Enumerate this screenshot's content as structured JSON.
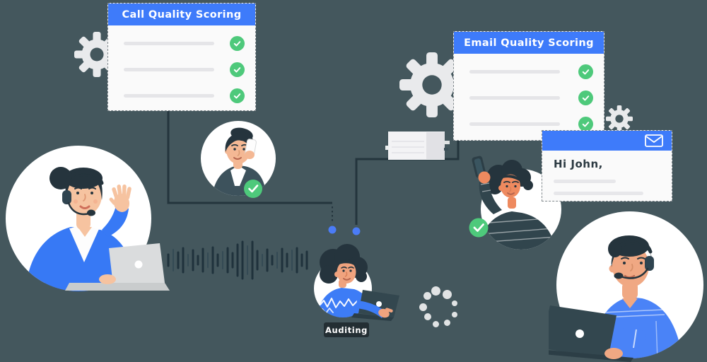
{
  "scene": {
    "background": "#44575d",
    "description_texts": {
      "call_card_title": "Call Quality Scoring",
      "email_card_title": "Email Quality Scoring",
      "email_greeting": "Hi John,",
      "auditing_label": "Auditing"
    }
  },
  "call_card": {
    "title": "Call Quality Scoring",
    "checked_items": 3
  },
  "email_card": {
    "title": "Email Quality Scoring",
    "checked_items": 3
  },
  "email_preview": {
    "greeting": "Hi John,"
  },
  "labels": {
    "auditing": "Auditing"
  },
  "colors": {
    "background": "#44575d",
    "accent_blue": "#3e7bfa",
    "success_green": "#4ec97b",
    "ink": "#24333c",
    "card_body": "#fafafa",
    "line_gray": "#e5e5e8",
    "gear_gray": "#e9eaec",
    "circle_white": "#ffffff"
  },
  "icons": [
    "gear-icon",
    "envelope-icon",
    "check-icon",
    "loading-spinner",
    "audio-waveform-icon",
    "document-stack-icon",
    "connector-dot",
    "headset-icon",
    "phone-icon",
    "laptop-icon"
  ]
}
